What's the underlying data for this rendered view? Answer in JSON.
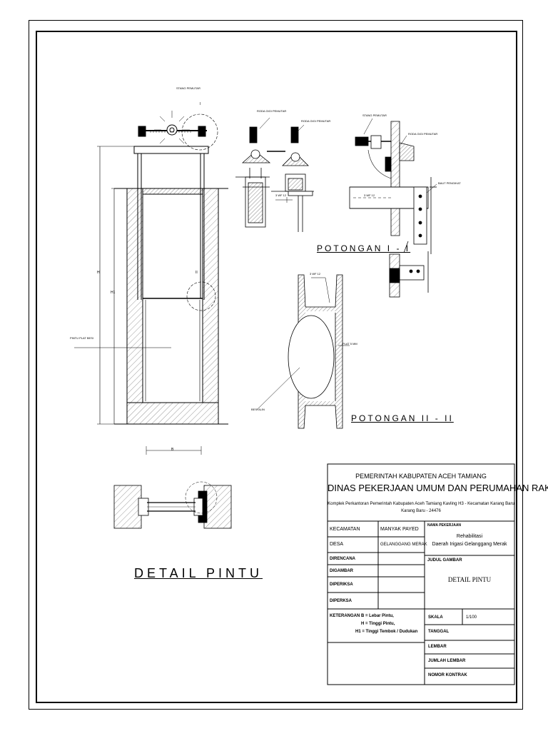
{
  "labels": {
    "stang_pemutar_left": "STANG PEMUTAR",
    "roda_gigi_pemutar_1": "RODA GIGI PEMUTAR",
    "roda_gigi_pemutar_2": "RODA GIGI PEMUTAR",
    "stang_pemutar_right": "STANG PEMUTAR",
    "roda_gigi_pemutar_3": "RODA GIGI PEMUTAR",
    "baut_pengikat": "BAUT PENGIKAT",
    "dim_wf1": "3 WF 12",
    "dim_wf2": "3 WF 12",
    "dim_wf3": "3 WF 12",
    "plat": "PLAT 5 MM",
    "pintu_plat_besi": "PINTU PLAT BESI",
    "besi_aln": "BESI ALIN",
    "marker_i": "I",
    "marker_ii": "II",
    "dim_h": "H",
    "dim_h1": "H1",
    "dim_b": "B",
    "potongan_1": "POTONGAN I - I",
    "potongan_2": "POTONGAN II - II",
    "detail_pintu": "DETAIL PINTU"
  },
  "title_block": {
    "org": "PEMERINTAH KABUPATEN ACEH TAMIANG",
    "dept": "DINAS PEKERJAAN UMUM DAN PERUMAHAN RAKYAT",
    "address_line1": "Komplek Perkantoran Pemerintah Kabupaten Aceh Tamiang Kavling H3 - Kecamatan Karang Baru",
    "address_line2": "Karang Baru - 24476",
    "kecamatan_label": "KECAMATAN",
    "kecamatan_value": "MANYAK PAYED",
    "desa_label": "DESA",
    "desa_value": "GELANGGANG MERAK",
    "direncana": "DIRENCANA",
    "digambar": "DIGAMBAR",
    "diperiksa1": "DIPERIKSA",
    "diperiksa2": "DIPERKSA",
    "nama_pekerjaan_label": "NAMA PEKERJAAN",
    "nama_pekerjaan_line1": "Rehabilitasi",
    "nama_pekerjaan_line2": "Daerah Irigasi Gelanggang Merak",
    "judul_label": "JUDUL GAMBAR",
    "judul_value": "DETAIL PINTU",
    "keterangan_label": "KETERANGAN :",
    "ket_1": "B = Lebar Pintu,",
    "ket_2": "H = Tinggi Pintu,",
    "ket_3": "H1 = Tinggi Tembok / Dudukan",
    "skala_label": "SKALA",
    "skala_value": "1/100",
    "tanggal_label": "TANGGAL",
    "lembar_label": "LEMBAR",
    "jumlah_lembar_label": "JUMLAH LEMBAR",
    "nomor_kontrak_label": "NOMOR KONTRAK"
  }
}
